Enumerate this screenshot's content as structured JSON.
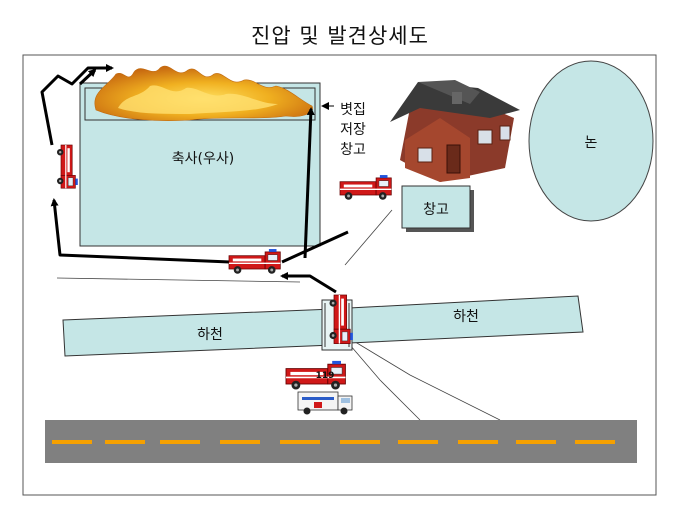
{
  "title": "진압 및 발견상세도",
  "labels": {
    "barn": "축사(우사)",
    "straw_storage": [
      "볏집",
      "저장",
      "창고"
    ],
    "warehouse": "창고",
    "rice_field": "논",
    "river_left": "하천",
    "river_right": "하천"
  },
  "truck_marking": "119",
  "colors": {
    "barn_fill": "#c5e6e6",
    "river_fill": "#c5e6e6",
    "road": "#808080",
    "road_dash": "#f5a000",
    "fire": "#f0b020",
    "truck_red": "#d01818",
    "house_wood": "#8b3a2a",
    "roof": "#3a3a3a"
  },
  "icons": [
    "fire-icon",
    "house-icon",
    "fire-truck-icon",
    "ambulance-icon"
  ]
}
